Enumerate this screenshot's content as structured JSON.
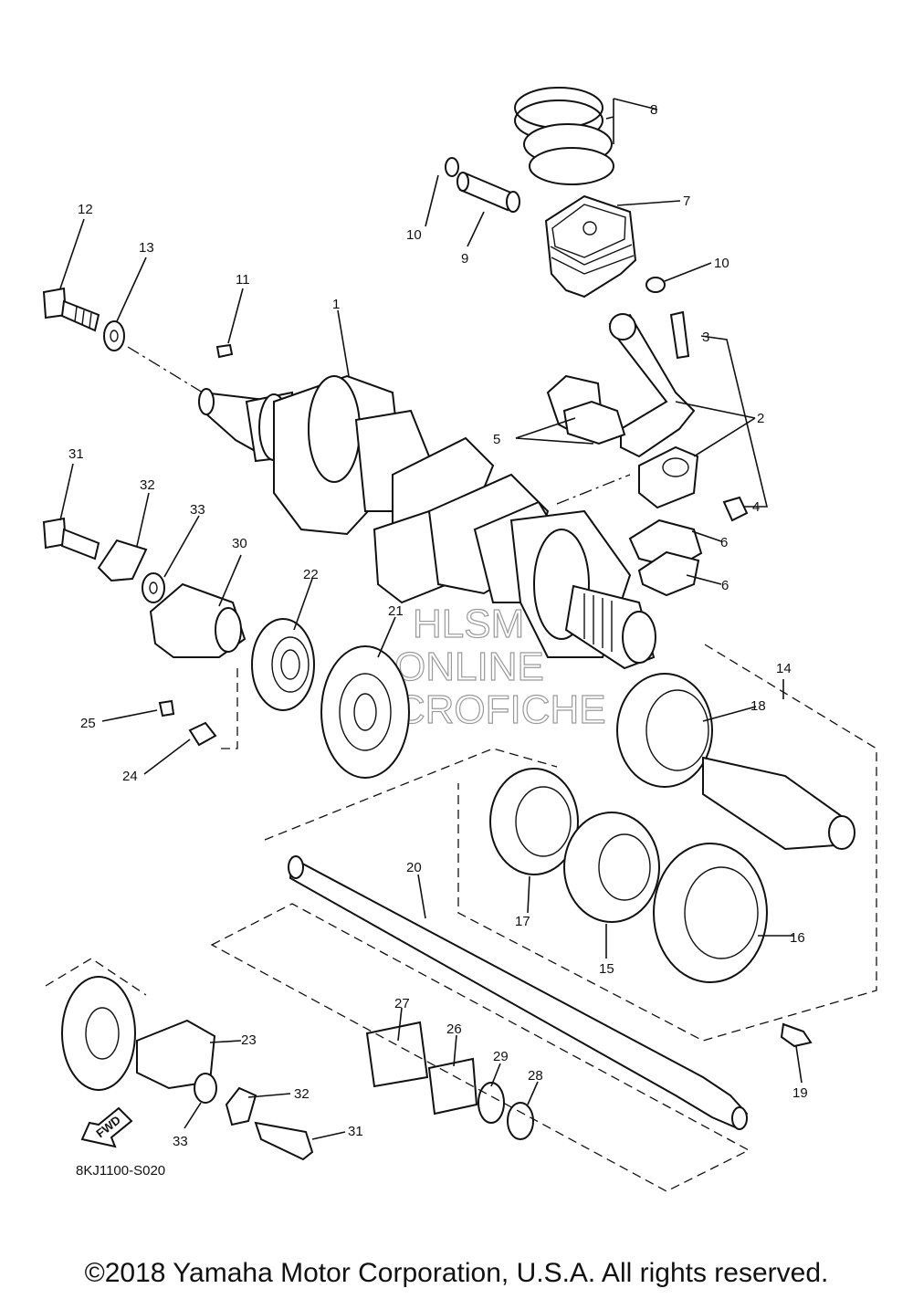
{
  "watermark": [
    "HLSM",
    "ONLINE",
    "MICROFICHE"
  ],
  "diagram_code": "8KJ1100-S020",
  "fwd_label": "FWD",
  "copyright": "©2018 Yamaha Motor Corporation, U.S.A. All rights reserved.",
  "callouts": {
    "c1": "1",
    "c2": "2",
    "c3": "3",
    "c4": "4",
    "c5": "5",
    "c6a": "6",
    "c6b": "6",
    "c7": "7",
    "c8": "8",
    "c9": "9",
    "c10a": "10",
    "c10b": "10",
    "c11": "11",
    "c12": "12",
    "c13": "13",
    "c14": "14",
    "c15": "15",
    "c16": "16",
    "c17": "17",
    "c18": "18",
    "c19": "19",
    "c20": "20",
    "c21": "21",
    "c22": "22",
    "c23": "23",
    "c24": "24",
    "c25": "25",
    "c26": "26",
    "c27": "27",
    "c28": "28",
    "c29": "29",
    "c30": "30",
    "c31a": "31",
    "c31b": "31",
    "c32a": "32",
    "c32b": "32",
    "c33a": "33",
    "c33b": "33"
  }
}
